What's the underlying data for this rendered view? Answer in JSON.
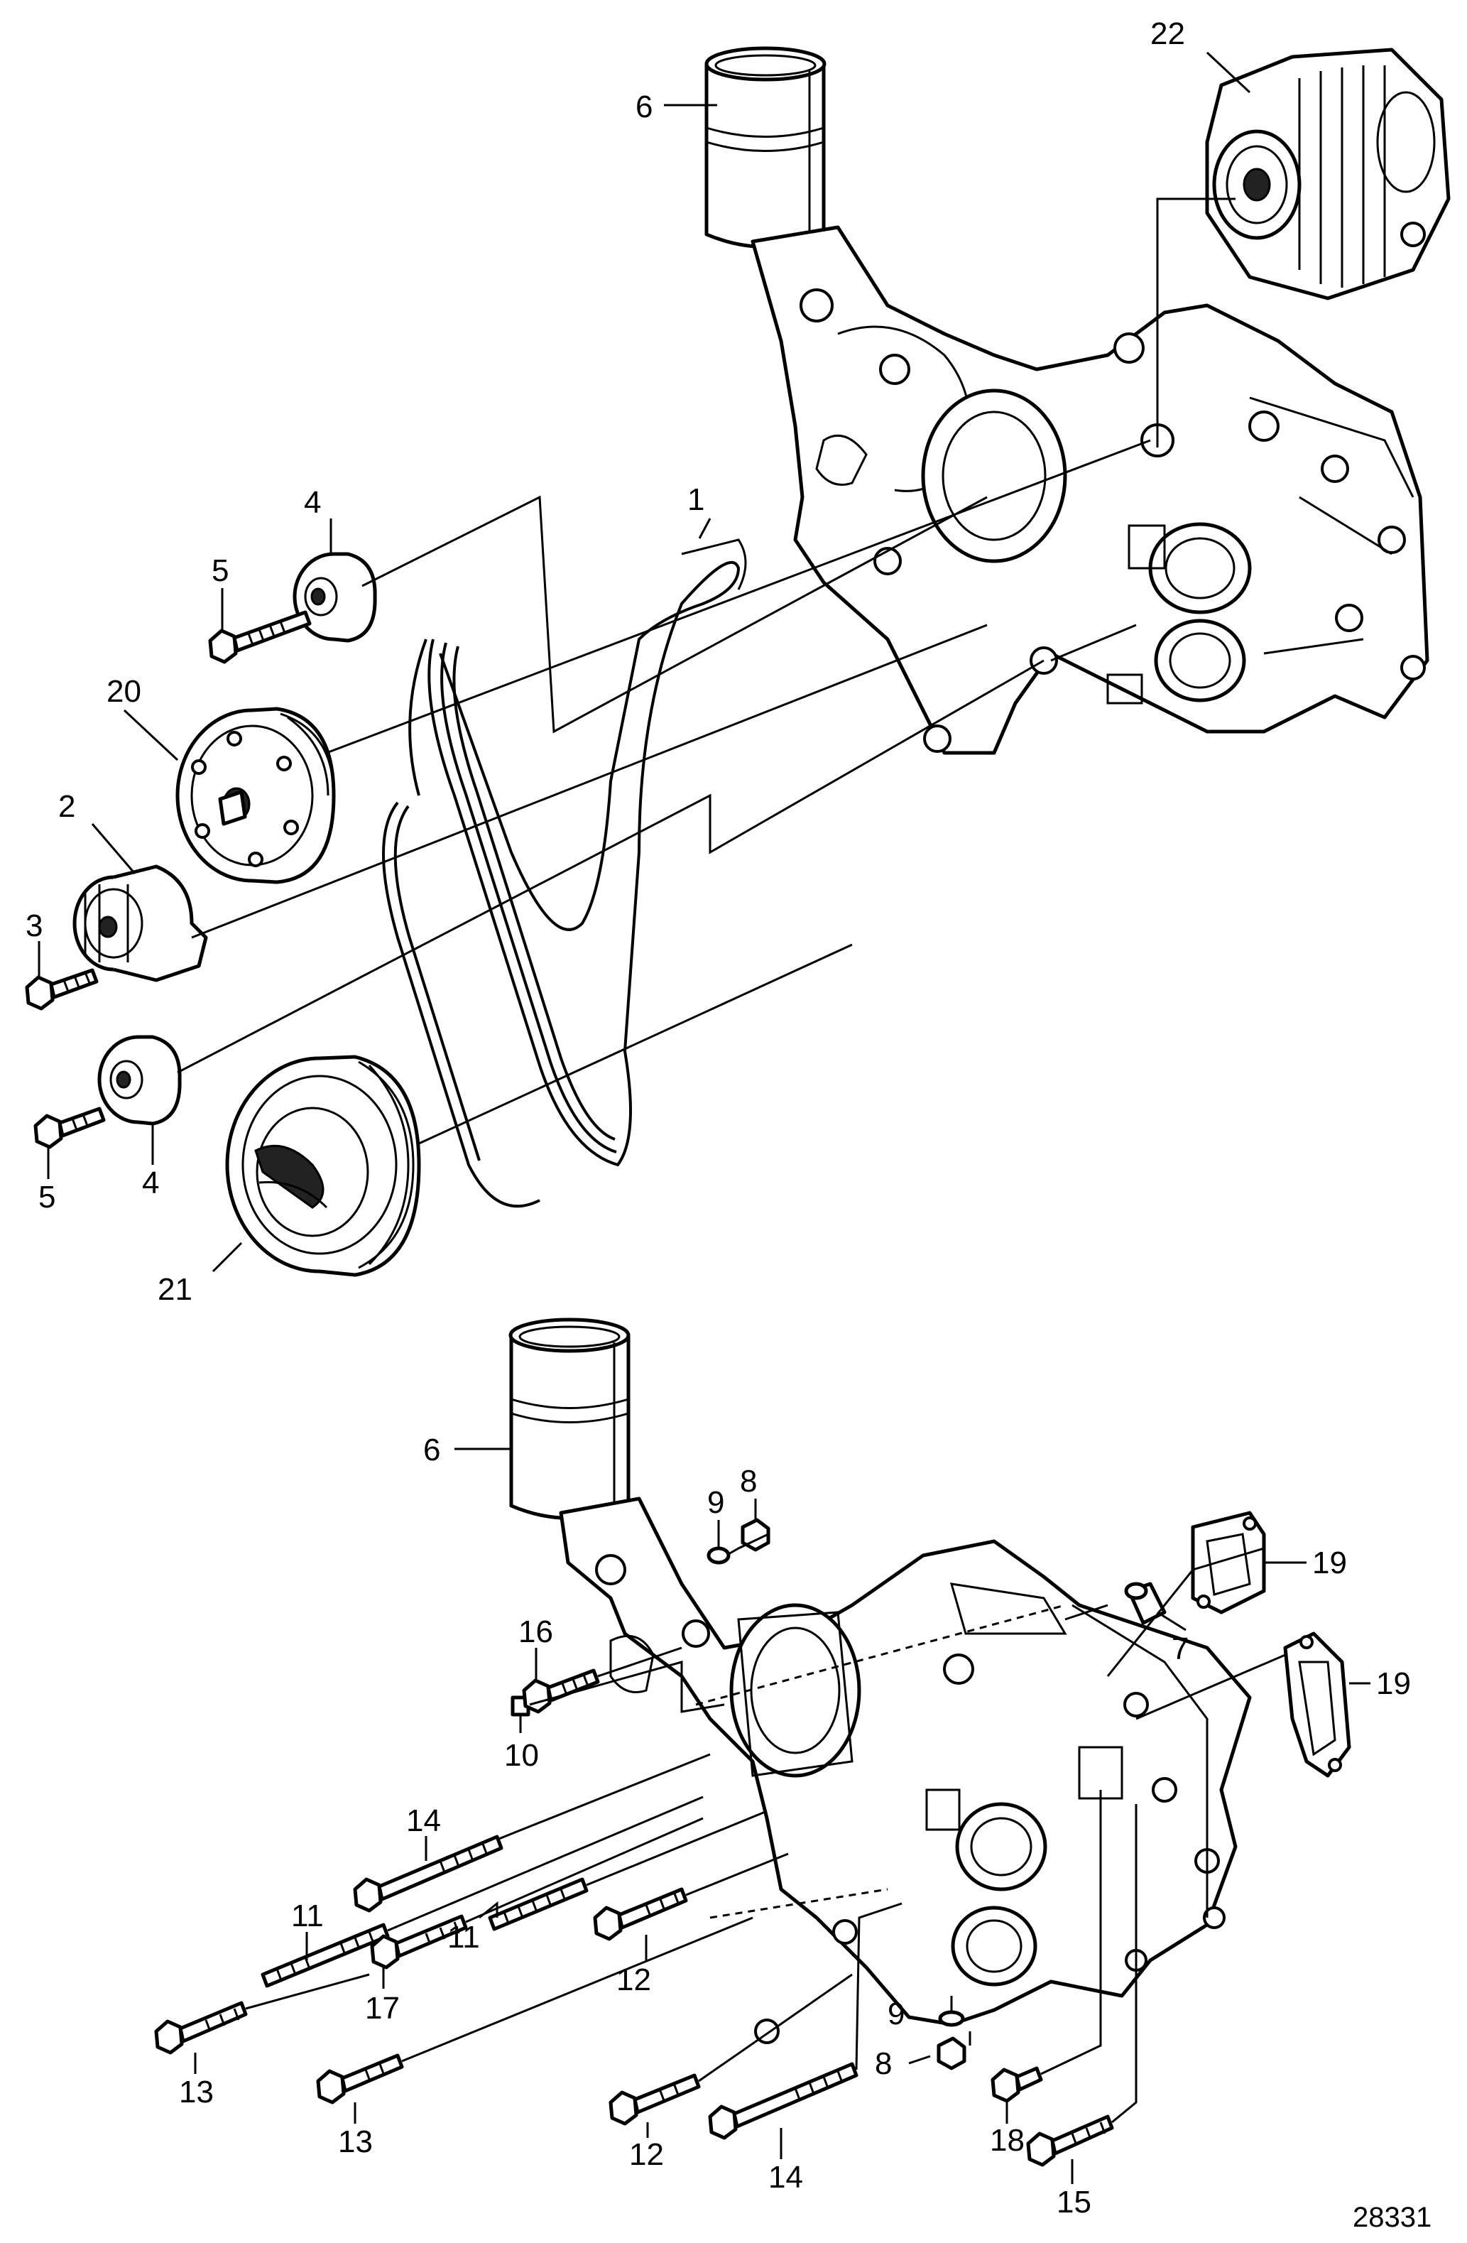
{
  "figure": {
    "reference_number": "28331"
  },
  "callouts_upper": [
    {
      "id": "u1",
      "text": "1"
    },
    {
      "id": "u2",
      "text": "2"
    },
    {
      "id": "u3",
      "text": "3"
    },
    {
      "id": "u4a",
      "text": "4"
    },
    {
      "id": "u4b",
      "text": "4"
    },
    {
      "id": "u5a",
      "text": "5"
    },
    {
      "id": "u5b",
      "text": "5"
    },
    {
      "id": "u6",
      "text": "6"
    },
    {
      "id": "u20",
      "text": "20"
    },
    {
      "id": "u21",
      "text": "21"
    },
    {
      "id": "u22",
      "text": "22"
    }
  ],
  "callouts_lower": [
    {
      "id": "l6",
      "text": "6"
    },
    {
      "id": "l7",
      "text": "7"
    },
    {
      "id": "l8a",
      "text": "8"
    },
    {
      "id": "l8b",
      "text": "8"
    },
    {
      "id": "l9a",
      "text": "9"
    },
    {
      "id": "l9b",
      "text": "9"
    },
    {
      "id": "l10",
      "text": "10"
    },
    {
      "id": "l11a",
      "text": "11"
    },
    {
      "id": "l11b",
      "text": "11"
    },
    {
      "id": "l12a",
      "text": "12"
    },
    {
      "id": "l12b",
      "text": "12"
    },
    {
      "id": "l13a",
      "text": "13"
    },
    {
      "id": "l13b",
      "text": "13"
    },
    {
      "id": "l14a",
      "text": "14"
    },
    {
      "id": "l14b",
      "text": "14"
    },
    {
      "id": "l15",
      "text": "15"
    },
    {
      "id": "l16",
      "text": "16"
    },
    {
      "id": "l17",
      "text": "17"
    },
    {
      "id": "l18",
      "text": "18"
    },
    {
      "id": "l19a",
      "text": "19"
    },
    {
      "id": "l19b",
      "text": "19"
    }
  ]
}
